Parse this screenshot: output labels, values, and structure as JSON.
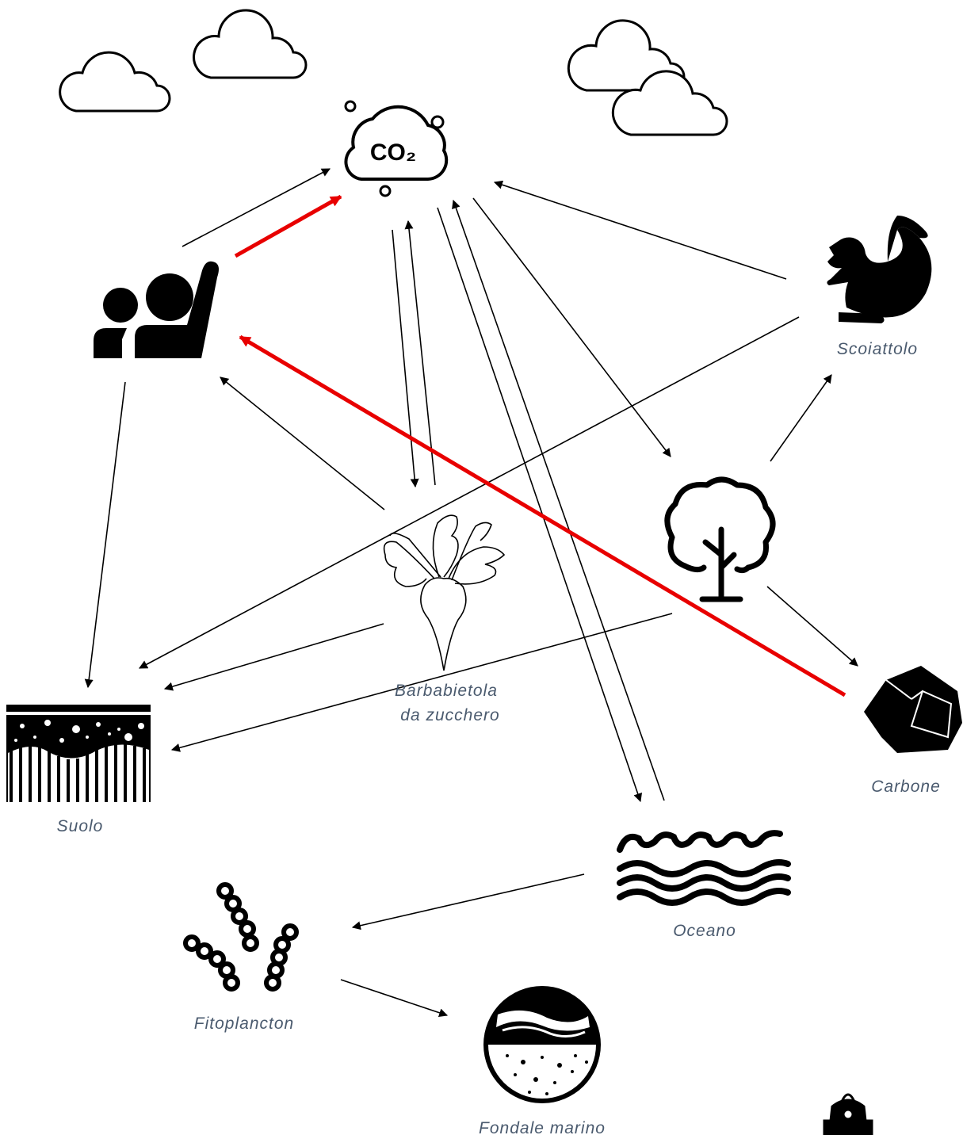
{
  "labels": {
    "squirrel": "Scoiattolo",
    "beet_line1": "Barbabietola",
    "beet_line2": "da zucchero",
    "soil": "Suolo",
    "coal": "Carbone",
    "ocean": "Oceano",
    "phyto": "Fitoplancton",
    "seabed": "Fondale marino",
    "co2": "CO₂"
  },
  "colors": {
    "arrow": "#000000",
    "highlight": "#e80000",
    "label": "#4a5a6e"
  },
  "icons": [
    "cloud-icon",
    "co2-icon",
    "people-icon",
    "squirrel-icon",
    "tree-icon",
    "beet-icon",
    "soil-icon",
    "coal-icon",
    "ocean-waves-icon",
    "phytoplankton-icon",
    "seabed-icon",
    "coat-of-arms-icon"
  ]
}
